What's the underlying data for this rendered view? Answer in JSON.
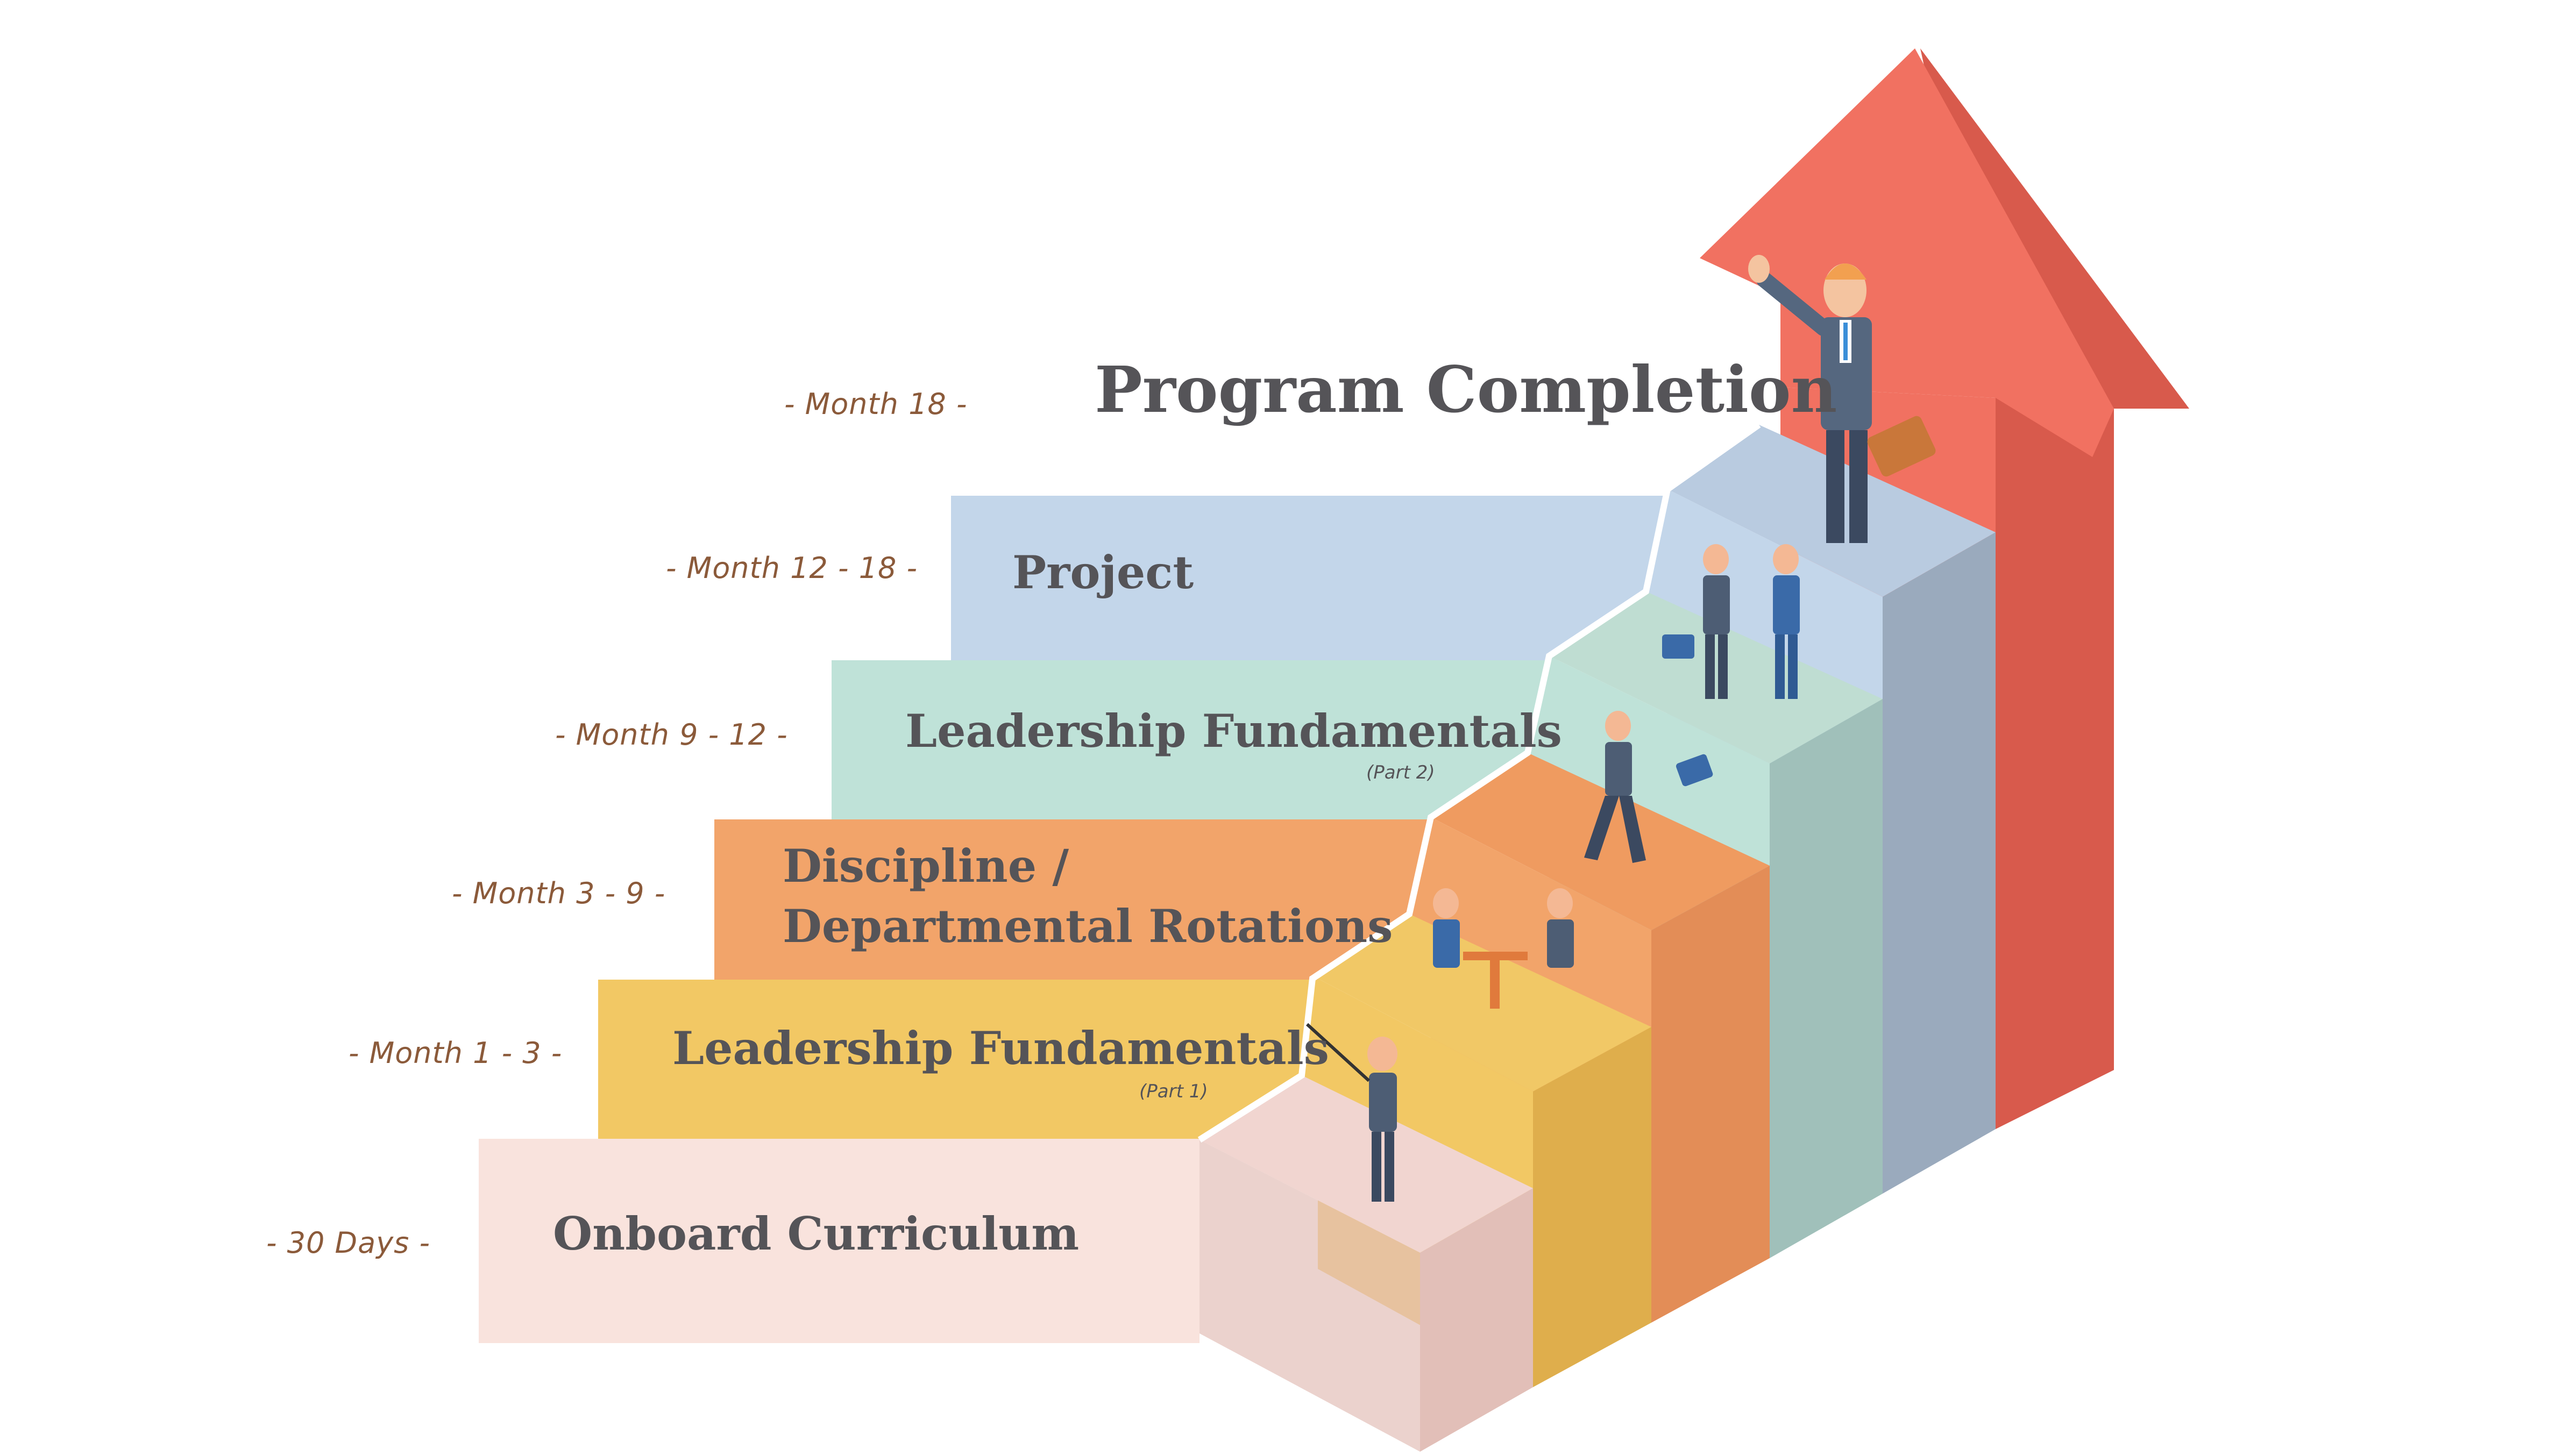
{
  "final": {
    "period": "- Month  18 -",
    "title": "Program Completion"
  },
  "stages": [
    {
      "period": "- 30 Days -",
      "title": "Onboard  Curriculum",
      "title2": "",
      "note": ""
    },
    {
      "period": "- Month 1 - 3 -",
      "title": "Leadership Fundamentals",
      "title2": "",
      "note": "(Part 1)"
    },
    {
      "period": "- Month 3 - 9 -",
      "title": "Discipline /",
      "title2": "Departmental Rotations",
      "note": ""
    },
    {
      "period": "- Month 9 - 12 -",
      "title": "Leadership Fundamentals",
      "title2": "",
      "note": "(Part 2)"
    },
    {
      "period": "- Month 12 - 18 -",
      "title": "Project",
      "title2": "",
      "note": ""
    }
  ],
  "colors": {
    "stage_band": [
      "#f9e3dd",
      "#f2c864",
      "#f2a46a",
      "#bfe2d8",
      "#c3d6ea"
    ],
    "stage_top": [
      "#f1d5d0",
      "#f1c866",
      "#ef9b60",
      "#bfddd2",
      "#b9cbe0"
    ],
    "stage_side": [
      "#e2bfb8",
      "#dfae4c",
      "#e38d57",
      "#a0c0ba",
      "#9aaabd"
    ],
    "arrow_front": "#f17161",
    "arrow_side": "#d85a4c",
    "period_text": "#8b5a3a",
    "title_text": "#555458"
  },
  "figures": [
    "presenter-figure",
    "meeting-figures",
    "runner-figure",
    "handshake-figures",
    "waving-businessman-figure"
  ]
}
